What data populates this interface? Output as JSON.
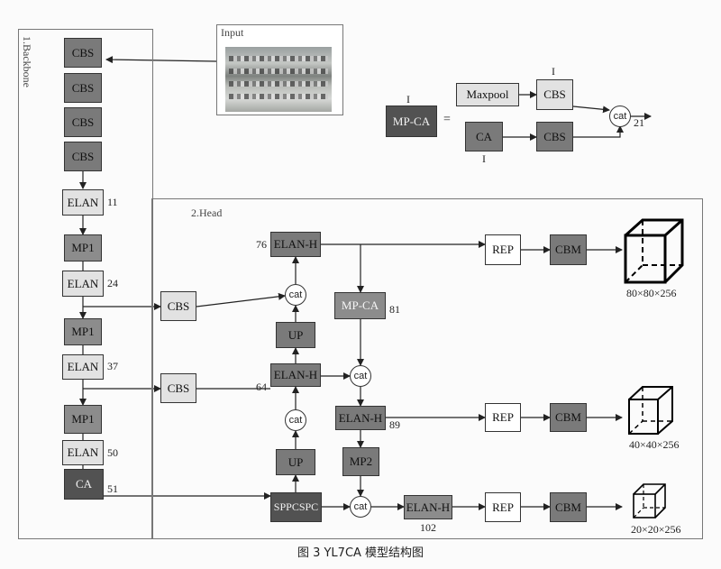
{
  "frames": {
    "input_label": "Input",
    "backbone_label": "1.Backbone",
    "head_label": "2.Head"
  },
  "backbone": {
    "cbs1": "CBS",
    "cbs2": "CBS",
    "cbs3": "CBS",
    "cbs4": "CBS",
    "elan1": "ELAN",
    "elan1_idx": "11",
    "mp1": "MP1",
    "elan2": "ELAN",
    "elan2_idx": "24",
    "mp2": "MP1",
    "elan3": "ELAN",
    "elan3_idx": "37",
    "mp3": "MP1",
    "elan4": "ELAN",
    "elan4_idx": "50",
    "ca": "CA",
    "ca_idx": "51"
  },
  "mpca_def": {
    "mpca": "MP-CA",
    "equals": "=",
    "maxpool": "Maxpool",
    "cbs_top": "CBS",
    "ca": "CA",
    "cbs_bottom": "CBS",
    "cat": "cat",
    "cat_idx": "21",
    "mark_mpca": "I",
    "mark_cbs": "I",
    "mark_ca": "I"
  },
  "head": {
    "cbs_a": "CBS",
    "cbs_b": "CBS",
    "elan_h_76": "ELAN-H",
    "idx_76": "76",
    "cat_top": "cat",
    "up_top": "UP",
    "elan_h_64": "ELAN-H",
    "idx_64": "64",
    "cat_mid": "cat",
    "up_bottom": "UP",
    "sppcspc": "SPPCSPC",
    "mpca": "MP-CA",
    "idx_81": "81",
    "cat_right1": "cat",
    "elan_h_89": "ELAN-H",
    "idx_89": "89",
    "mp2": "MP2",
    "cat_right2": "cat",
    "elan_h_102": "ELAN-H",
    "idx_102": "102",
    "rep1": "REP",
    "cbm1": "CBM",
    "out1": "80×80×256",
    "rep2": "REP",
    "cbm2": "CBM",
    "out2": "40×40×256",
    "rep3": "REP",
    "cbm3": "CBM",
    "out3": "20×20×256"
  },
  "caption": "图 3   YL7CA 模型结构图"
}
